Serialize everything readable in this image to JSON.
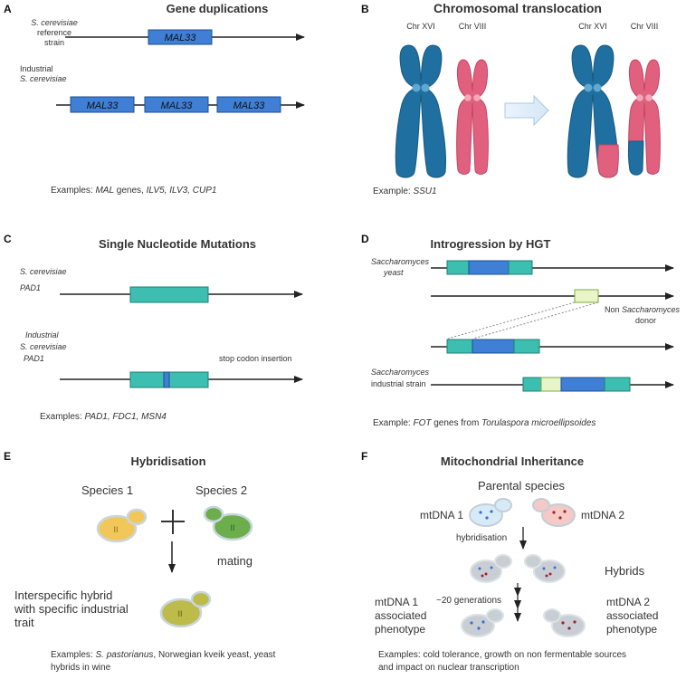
{
  "panelA": {
    "letter": "A",
    "title": "Gene duplications",
    "ref_label_1": "S. cerevisiae",
    "ref_label_2": "reference",
    "ref_label_3": "strain",
    "ind_label_1": "Industrial",
    "ind_label_2": "S. cerevisiae",
    "gene": "MAL33",
    "examples_prefix": "Examples: ",
    "examples_g1": "MAL",
    "examples_mid": " genes, ",
    "examples_g2": "ILV5, ILV3, CUP1"
  },
  "panelB": {
    "letter": "B",
    "title": "Chromosomal translocation",
    "chr_xvi": "Chr XVI",
    "chr_viii": "Chr VIII",
    "example_prefix": "Example: ",
    "example_gene": "SSU1"
  },
  "panelC": {
    "letter": "C",
    "title": "Single Nucleotide Mutations",
    "sc_label": "S. cerevisiae",
    "gene": "PAD1",
    "ind_label_1": "Industrial",
    "ind_label_2": "S. cerevisiae",
    "stop_label": "stop codon insertion",
    "examples_prefix": "Examples: ",
    "examples_genes": "PAD1, FDC1, MSN4"
  },
  "panelD": {
    "letter": "D",
    "title": "Introgression by HGT",
    "sacch_1": "Saccharomyces",
    "sacch_2": "yeast",
    "donor_1": "Non ",
    "donor_it": "Saccharomyces",
    "donor_2": "donor",
    "ind_1": "Saccharomyces",
    "ind_2": "industrial strain",
    "example_prefix": "Example: ",
    "example_gene": "FOT",
    "example_mid": " genes from ",
    "example_species": "Torulaspora microellipsoides"
  },
  "panelE": {
    "letter": "E",
    "title": "Hybridisation",
    "species1": "Species 1",
    "species2": "Species 2",
    "mating": "mating",
    "hybrid_1": "Interspecific hybrid",
    "hybrid_2": "with specific industrial",
    "hybrid_3": "trait",
    "roman": "II",
    "examples_prefix": "Examples: ",
    "examples_sp": "S. pastorianus",
    "examples_rest_1": ", Norwegian kveik yeast, yeast",
    "examples_rest_2": "hybrids in wine"
  },
  "panelF": {
    "letter": "F",
    "title": "Mitochondrial Inheritance",
    "parental": "Parental species",
    "mt1": "mtDNA 1",
    "mt2": "mtDNA 2",
    "hybridisation": "hybridisation",
    "hybrids": "Hybrids",
    "generations": "~20 generations",
    "assoc1_1": "mtDNA 1",
    "assoc1_2": "associated",
    "assoc1_3": "phenotype",
    "assoc2_1": "mtDNA 2",
    "assoc2_2": "associated",
    "assoc2_3": "phenotype",
    "examples_1": "Examples: cold tolerance, growth on non fermentable sources",
    "examples_2": "and impact on nuclear transcription"
  },
  "colors": {
    "blue_gene": "#3f7fd6",
    "teal_gene": "#3cbfb0",
    "chr_blue": "#1f6fa0",
    "chr_pink": "#e0607e",
    "light_green": "#e7f5c8",
    "yeast_yellow": "#f2c75a",
    "yeast_green": "#6cae4c",
    "yeast_olive": "#bdbb4a"
  }
}
